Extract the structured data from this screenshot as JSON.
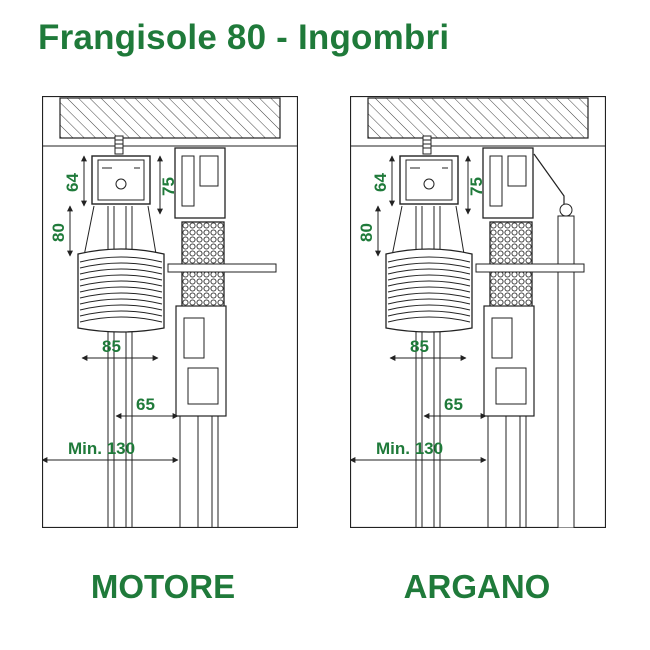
{
  "title": "Frangisole 80 - Ingombri",
  "panels": [
    {
      "caption": "MOTORE",
      "dims": {
        "d64": "64",
        "d75": "75",
        "d80": "80",
        "d85": "85",
        "d65": "65",
        "dmin": "Min. 130"
      }
    },
    {
      "caption": "ARGANO",
      "dims": {
        "d64": "64",
        "d75": "75",
        "d80": "80",
        "d85": "85",
        "d65": "65",
        "dmin": "Min. 130"
      }
    }
  ],
  "colors": {
    "accent": "#1f7a3a",
    "line": "#222222"
  }
}
